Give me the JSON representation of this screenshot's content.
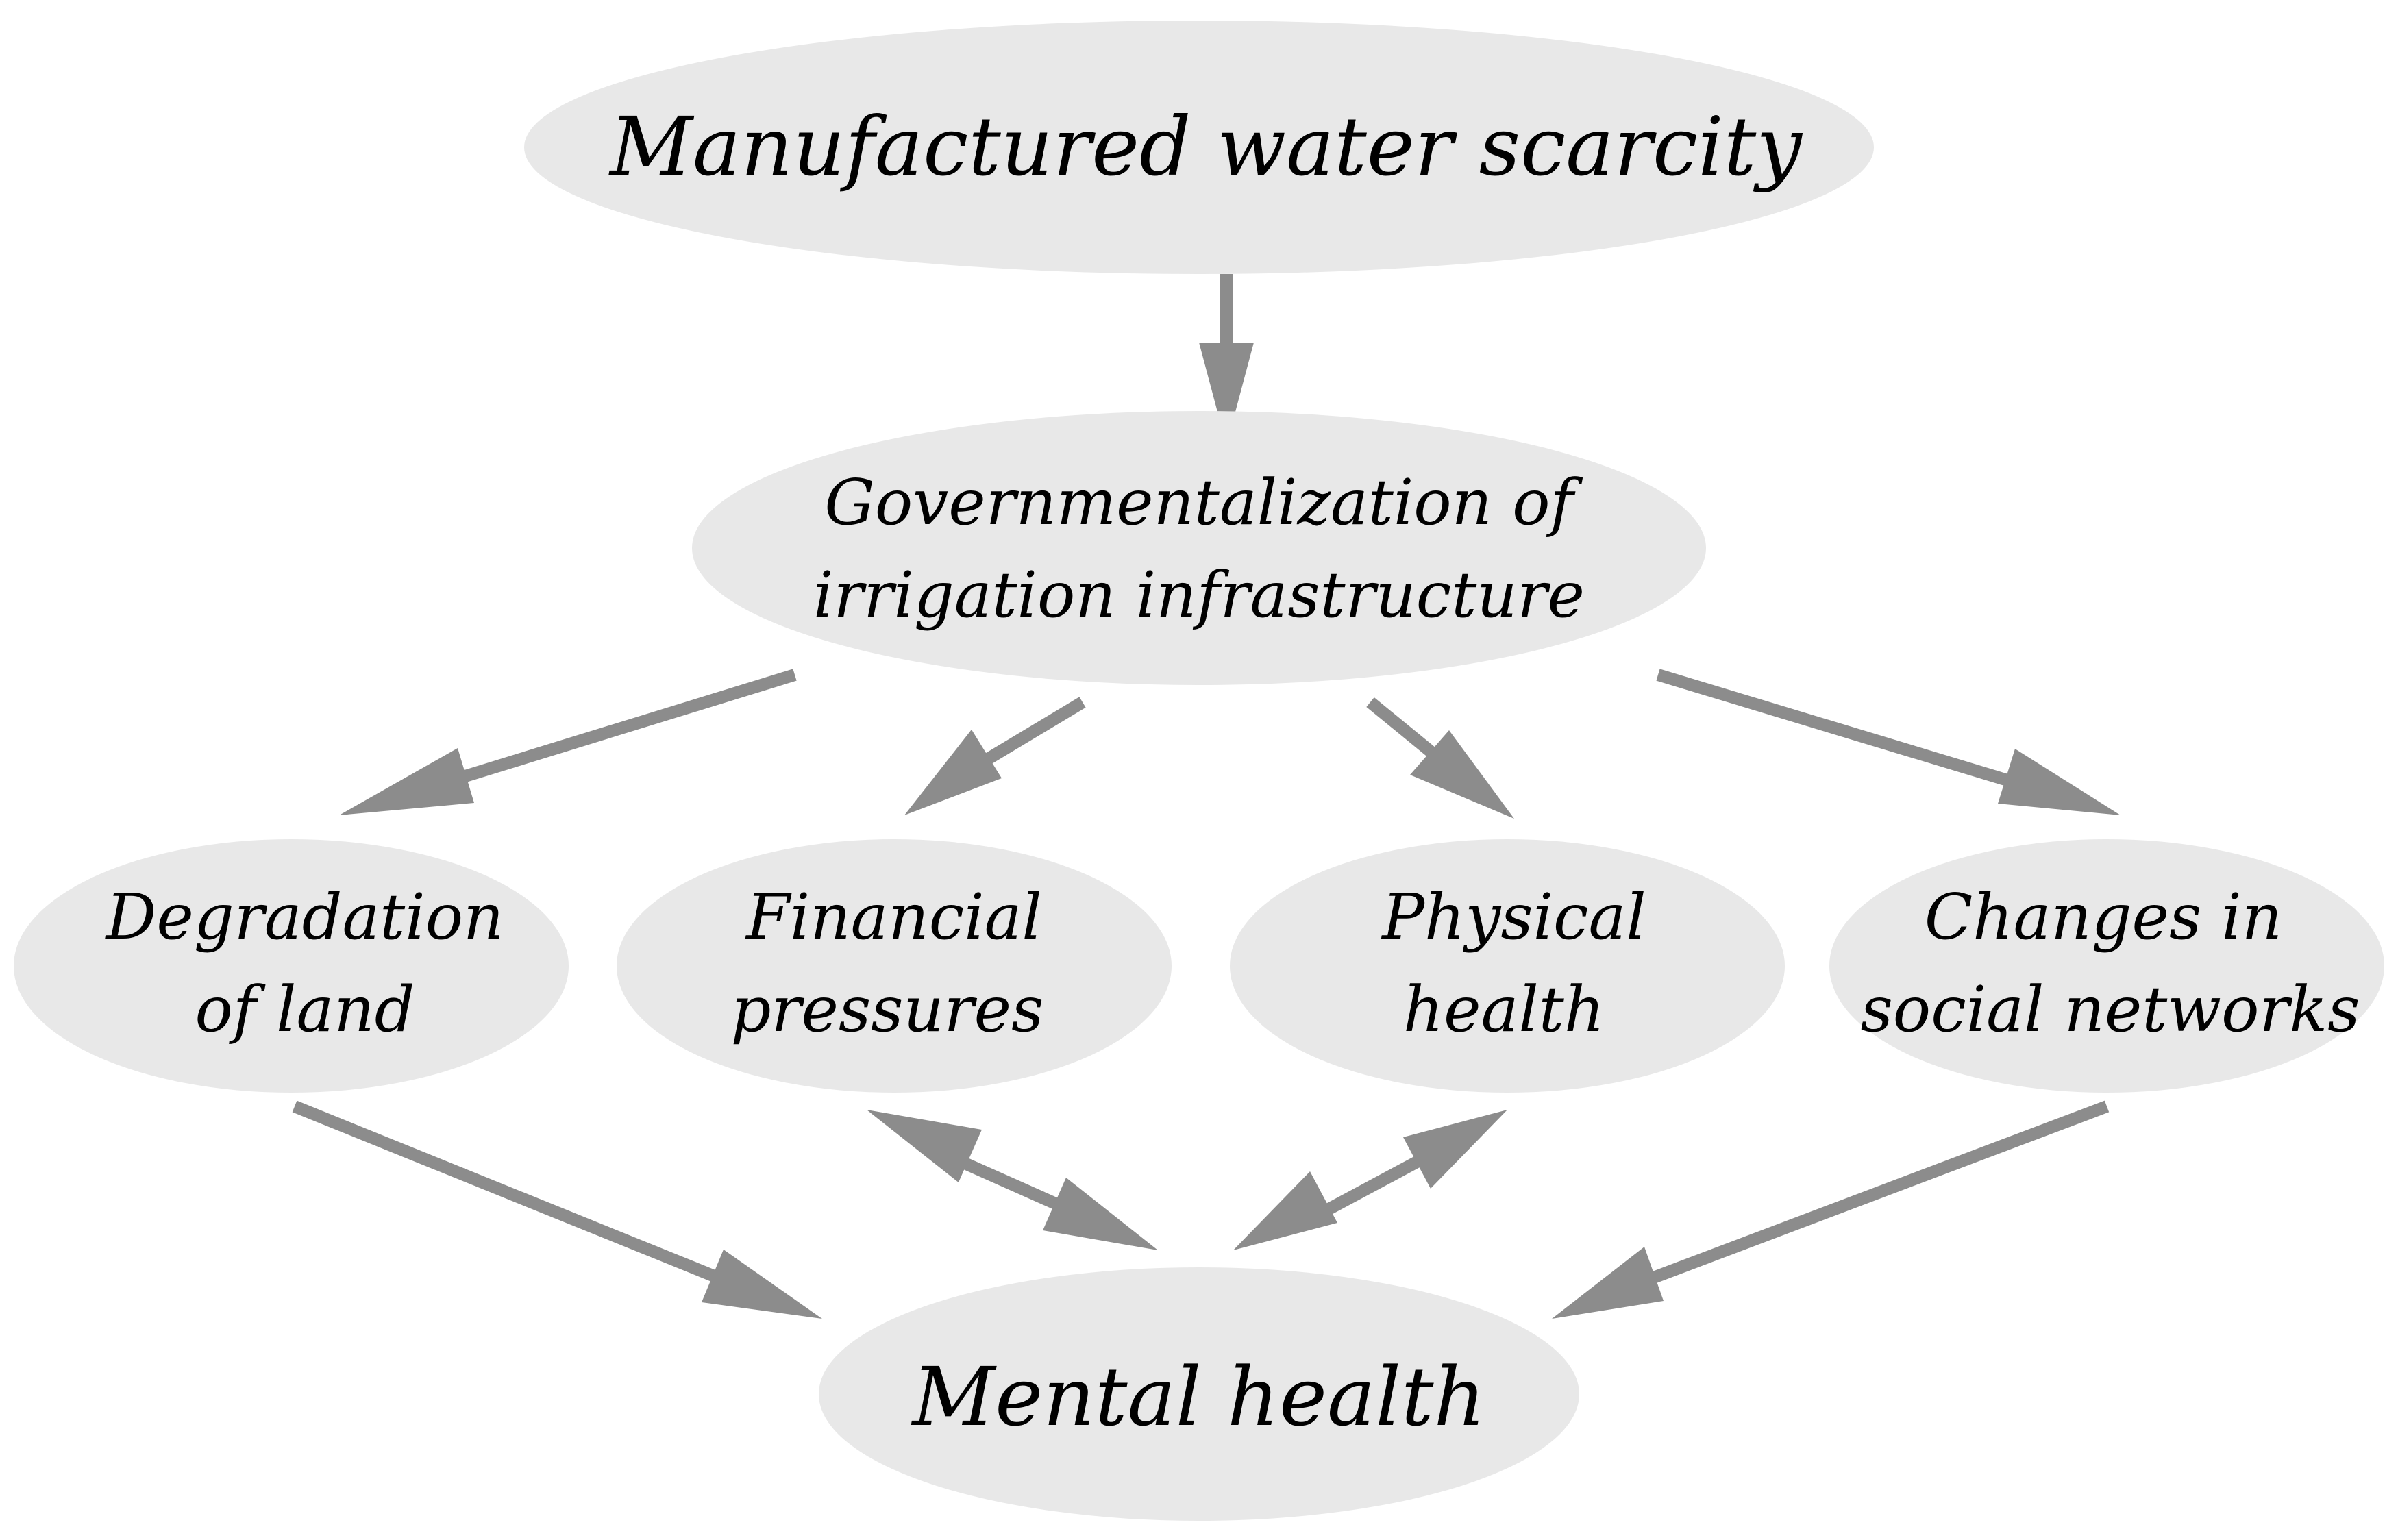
{
  "diagram": {
    "nodes": {
      "top": {
        "lines": [
          "Manufactured water scarcity"
        ]
      },
      "middle": {
        "lines": [
          "Governmentalization of",
          "irrigation infrastructure"
        ]
      },
      "degradation": {
        "lines": [
          "Degradation",
          "of land"
        ]
      },
      "financial": {
        "lines": [
          "Financial",
          "pressures"
        ]
      },
      "physical": {
        "lines": [
          "Physical",
          "health"
        ]
      },
      "social": {
        "lines": [
          "Changes in",
          "social networks"
        ]
      },
      "bottom": {
        "lines": [
          "Mental health"
        ]
      }
    },
    "edges": [
      {
        "from": "top",
        "to": "middle",
        "direction": "forward"
      },
      {
        "from": "middle",
        "to": "degradation",
        "direction": "forward"
      },
      {
        "from": "middle",
        "to": "financial",
        "direction": "forward"
      },
      {
        "from": "middle",
        "to": "physical",
        "direction": "forward"
      },
      {
        "from": "middle",
        "to": "social",
        "direction": "forward"
      },
      {
        "from": "degradation",
        "to": "bottom",
        "direction": "forward"
      },
      {
        "from": "financial",
        "to": "bottom",
        "direction": "both"
      },
      {
        "from": "physical",
        "to": "bottom",
        "direction": "both"
      },
      {
        "from": "social",
        "to": "bottom",
        "direction": "forward"
      }
    ],
    "colors": {
      "node_fill": "#e8e8e8",
      "arrow": "#8c8c8c",
      "text": "#000000"
    }
  }
}
